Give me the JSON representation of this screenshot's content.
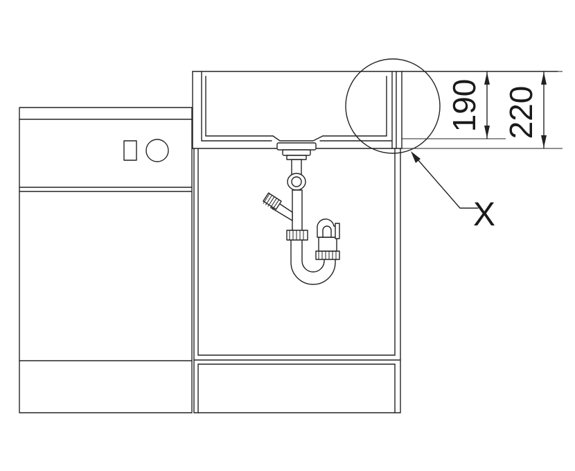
{
  "dimensions": {
    "inner": "190",
    "outer": "220"
  },
  "callout": {
    "label": "X"
  }
}
